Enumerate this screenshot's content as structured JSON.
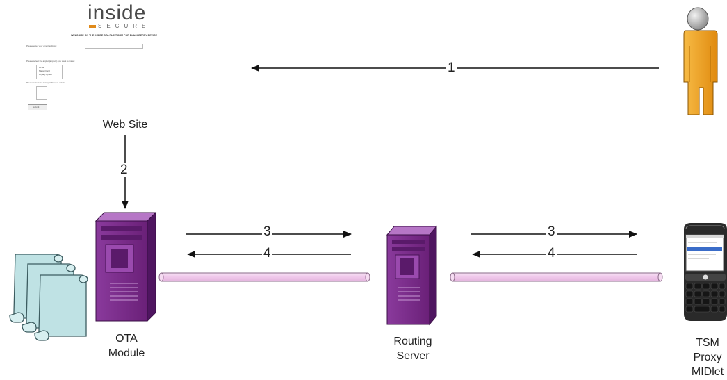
{
  "website": {
    "logo_text": "inside",
    "logo_subtext": "SECURE",
    "welcome": "WELCOME ON THE INSIDE OTA PLATFORM FOR BLACKBERRY DEVICE",
    "field1_label": "Please enter your email address:",
    "field2_label": "Please select the applet (applets) you want to install:",
    "list_options": [
      "PPSE",
      "MasterCard",
      "Loyalty Applet"
    ],
    "field3_label": "Please select the card (cardlets) to delete:",
    "submit": "Submit"
  },
  "labels": {
    "web_site": "Web Site",
    "ota_module": [
      "OTA",
      "Module"
    ],
    "routing_server": [
      "Routing",
      "Server"
    ],
    "tsm_proxy": [
      "TSM",
      "Proxy",
      "MIDlet"
    ]
  },
  "arrows": {
    "n1": "1",
    "n2": "2",
    "n3_left": "3",
    "n4_left": "4",
    "n3_right": "3",
    "n4_right": "4"
  },
  "colors": {
    "server_purple": "#7a2c8c",
    "pipe_pink": "#f3d2ee",
    "scroll_teal": "#bfe2e4",
    "person_orange": "#f2a21d",
    "line": "#111111"
  }
}
